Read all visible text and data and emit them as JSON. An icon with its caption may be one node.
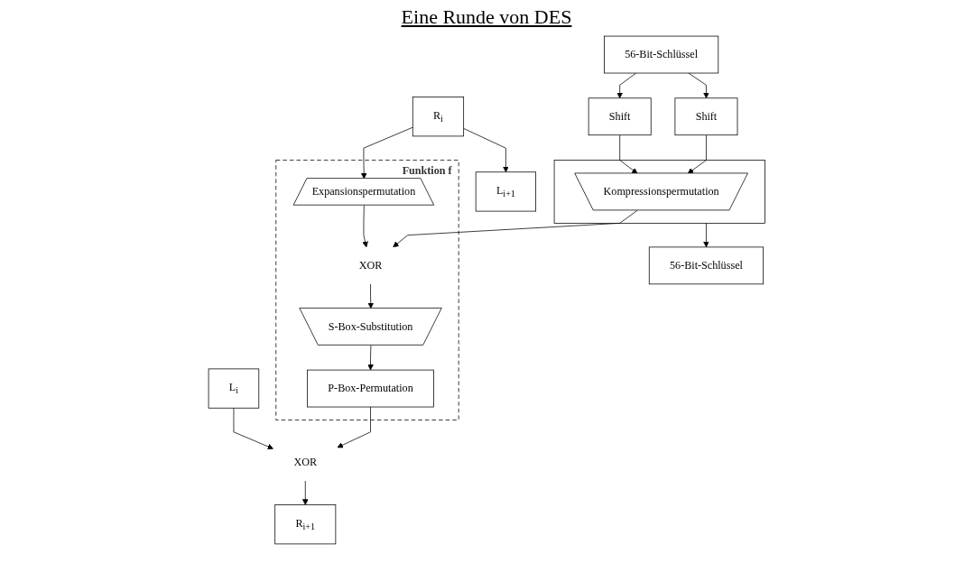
{
  "diagram": {
    "title": "Eine Runde von DES",
    "nodes": [
      {
        "text": [
          "L$_{i}$"
        ]
      },
      {
        "text": [
          "R$_{i}$"
        ]
      },
      {
        "text": [
          "56-Bit-Schlüssel"
        ]
      },
      {
        "text": [
          "Shift"
        ]
      },
      {
        "text": [
          "Shift"
        ]
      },
      {
        "text": [
          "Funktion f"
        ]
      },
      {
        "text": [
          "Expansionspermutation"
        ],
        "in": 5
      },
      {
        "text": [
          "XOR"
        ],
        "in": 5
      },
      {
        "text": [
          "S-Box-Substitution"
        ],
        "in": 5
      },
      {
        "text": [
          "P-Box-Permutation"
        ],
        "in": 5
      },
      {
        "text": [],
        "shape": "box"
      },
      {
        "text": [
          "Kompressionspermutation"
        ],
        "in": 10
      },
      {
        "text": [
          "XOR"
        ]
      },
      {
        "text": [
          "L$_{i+1}$"
        ]
      },
      {
        "text": [
          "R$_{i+1}$"
        ]
      },
      {
        "text": [
          "56-Bit-Schlüssel"
        ]
      }
    ],
    "edges": [
      {
        "from": 1,
        "to": 6,
        "arrow": "to"
      },
      {
        "from": 1,
        "to": 13,
        "arrow": "to"
      },
      {
        "from": 0,
        "to": 12,
        "arrow": "to"
      },
      {
        "from": 2,
        "to": 3,
        "arrow": "to"
      },
      {
        "from": 2,
        "to": 4,
        "arrow": "to"
      },
      {
        "from": 3,
        "to": 11,
        "arrow": "to"
      },
      {
        "from": 4,
        "to": 11,
        "arrow": "to"
      },
      {
        "from": 6,
        "to": 7,
        "arrow": "to"
      },
      {
        "from": 11,
        "to": 7,
        "arrow": "to"
      },
      {
        "from": 7,
        "to": 8,
        "arrow": "to"
      },
      {
        "from": 8,
        "to": 9,
        "arrow": "to"
      },
      {
        "from": 9,
        "to": 12,
        "arrow": "to"
      },
      {
        "from": 12,
        "to": 14,
        "arrow": "to"
      },
      {
        "from": 10,
        "to": 15,
        "arrow": "to"
      }
    ]
  }
}
